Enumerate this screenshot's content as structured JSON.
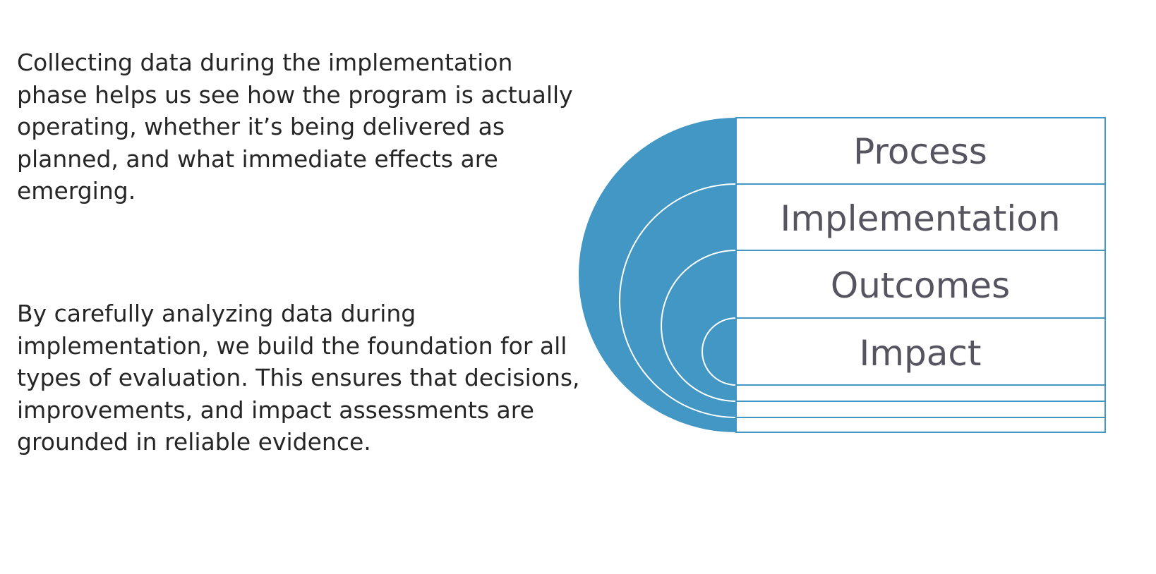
{
  "text": {
    "paragraph_1": "Collecting data during the implementation phase helps us see how the program is actually operating, whether it’s being delivered as planned, and what immediate effects are emerging.",
    "paragraph_2": "By carefully analyzing data during implementation, we build the foundation for all types of evaluation. This ensures that decisions, improvements, and impact assessments are grounded in reliable evidence."
  },
  "diagram": {
    "levels": [
      {
        "label": "Process"
      },
      {
        "label": "Implementation"
      },
      {
        "label": "Outcomes"
      },
      {
        "label": "Impact"
      }
    ],
    "colors": {
      "fill": "#4297c4",
      "outline": "#ffffff",
      "label": "#55545f"
    }
  }
}
